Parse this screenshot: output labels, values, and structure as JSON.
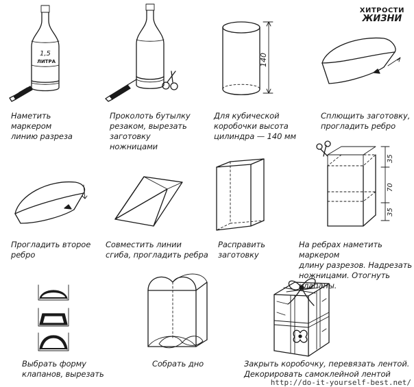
{
  "logo": {
    "line1": "ХИТРОСТИ",
    "line2": "ЖИЗНИ"
  },
  "watermark": "http://do-it-yourself-best.net/",
  "bottle_label": {
    "line1": "1,5",
    "line2": "ЛИТРА"
  },
  "dimensions": {
    "cylinder_height": "140",
    "top": "35",
    "middle": "70",
    "bottom": "35"
  },
  "steps": [
    {
      "text": "Наметить\nмаркером\nлинию разреза"
    },
    {
      "text": "Проколоть бутылку\nрезаком, вырезать\nзаготовку\nножницами"
    },
    {
      "text": "Для кубической\nкоробочки высота\nцилиндра — 140 мм"
    },
    {
      "text": "Сплющить заготовку,\nпрогладить ребро"
    },
    {
      "text": "Прогладить второе\nребро"
    },
    {
      "text": "Совместить линии\nсгиба, прогладить ребра"
    },
    {
      "text": "Расправить\nзаготовку"
    },
    {
      "text": "На ребрах наметить маркером\nдлину разрезов. Надрезать\nножницами. Отогнуть клапаны."
    },
    {
      "text": "Выбрать форму\nклапанов, вырезать"
    },
    {
      "text": "Собрать дно"
    },
    {
      "text": "Закрыть коробочку, перевязать лентой.\nДекорировать самоклейной лентой"
    }
  ]
}
